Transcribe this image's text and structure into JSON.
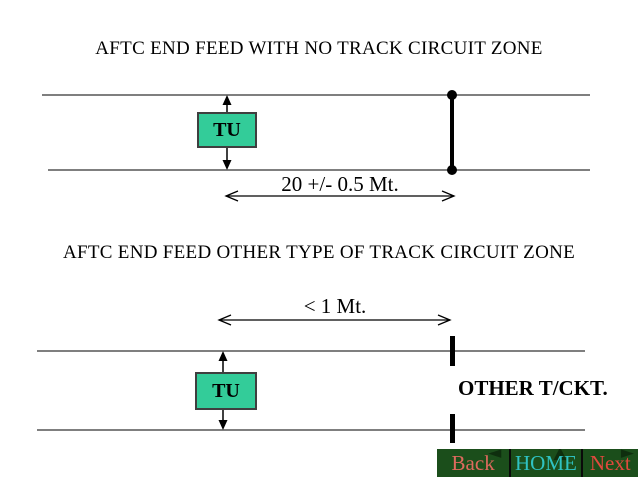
{
  "colors": {
    "track_line": "#7f7f7f",
    "ink": "#000000",
    "tu_fill": "#33cc99",
    "tu_border": "#3f3f3f",
    "nav_bg": "#1b4e1b",
    "nav_divider": "#0a0a0a",
    "nav_arrow": "#0e2e0e",
    "back_text": "#de6a5e",
    "home_text": "#2fc2c2",
    "next_text": "#e24a3e"
  },
  "diagram1": {
    "title": "AFTC END FEED WITH NO TRACK CIRCUIT ZONE",
    "tu_label": "TU",
    "dimension_label": "20 +/- 0.5 Mt."
  },
  "diagram2": {
    "title": "AFTC END FEED OTHER TYPE OF TRACK CIRCUIT ZONE",
    "tu_label": "TU",
    "dimension_label": "< 1 Mt.",
    "other_track_label": "OTHER T/CKT."
  },
  "nav": {
    "back": {
      "label": "Back",
      "icon_glyph": "◄"
    },
    "home": {
      "label": "HOME",
      "icon_glyph": "▲"
    },
    "next": {
      "label": "Next",
      "icon_glyph": "►"
    }
  }
}
